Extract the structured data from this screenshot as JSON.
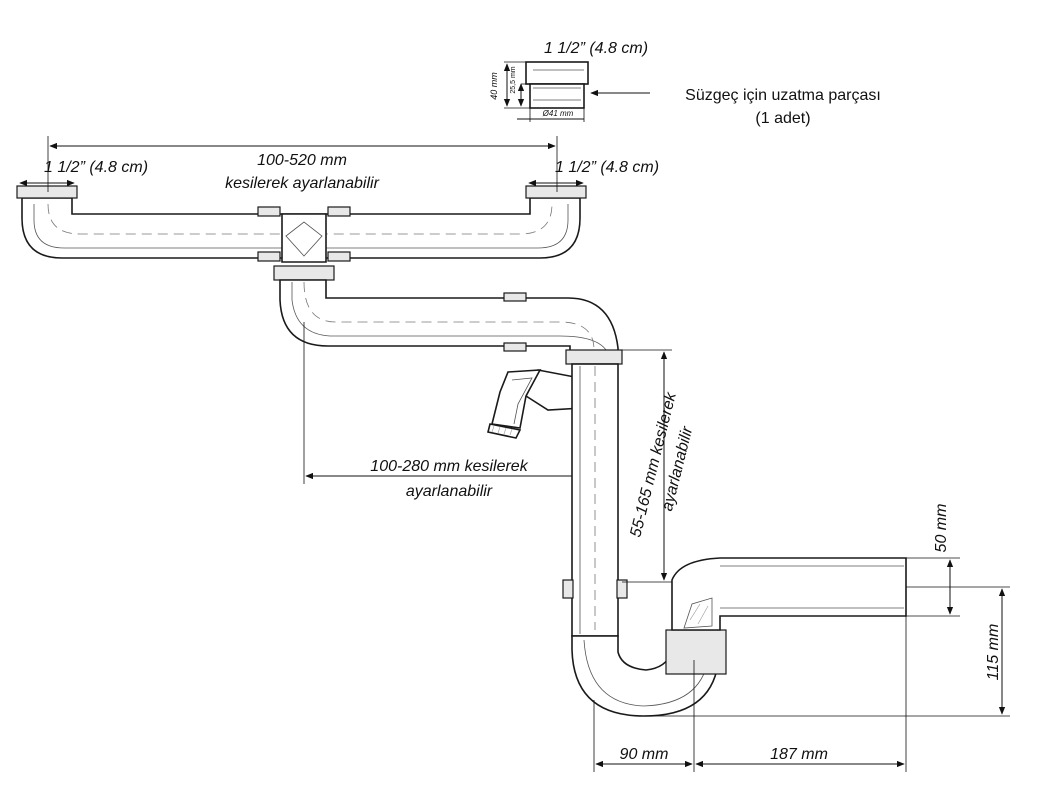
{
  "diagram": {
    "extension_part": {
      "size_label": "1 1/2” (4.8 cm)",
      "height_label": "40 mm",
      "thread_label": "25,5 mm",
      "diameter_label": "Ø41 mm",
      "caption_line1": "Süzgeç için uzatma parçası",
      "caption_line2": "(1 adet)"
    },
    "inlet_left_label": "1 1/2” (4.8 cm)",
    "inlet_right_label": "1 1/2” (4.8 cm)",
    "top_span": {
      "line1": "100-520 mm",
      "line2": "kesilerek ayarlanabilir"
    },
    "mid_span": {
      "line1": "100-280 mm kesilerek",
      "line2": "ayarlanabilir"
    },
    "vertical_span": {
      "line1": "55-165 mm kesilerek",
      "line2": "ayarlanabilir"
    },
    "outlet_diameter_label": "50 mm",
    "trap_height_label": "115 mm",
    "trap_width_label": "90 mm",
    "outlet_length_label": "187 mm",
    "colors": {
      "line": "#1a1a1a",
      "text": "#111111",
      "background": "#ffffff"
    }
  }
}
